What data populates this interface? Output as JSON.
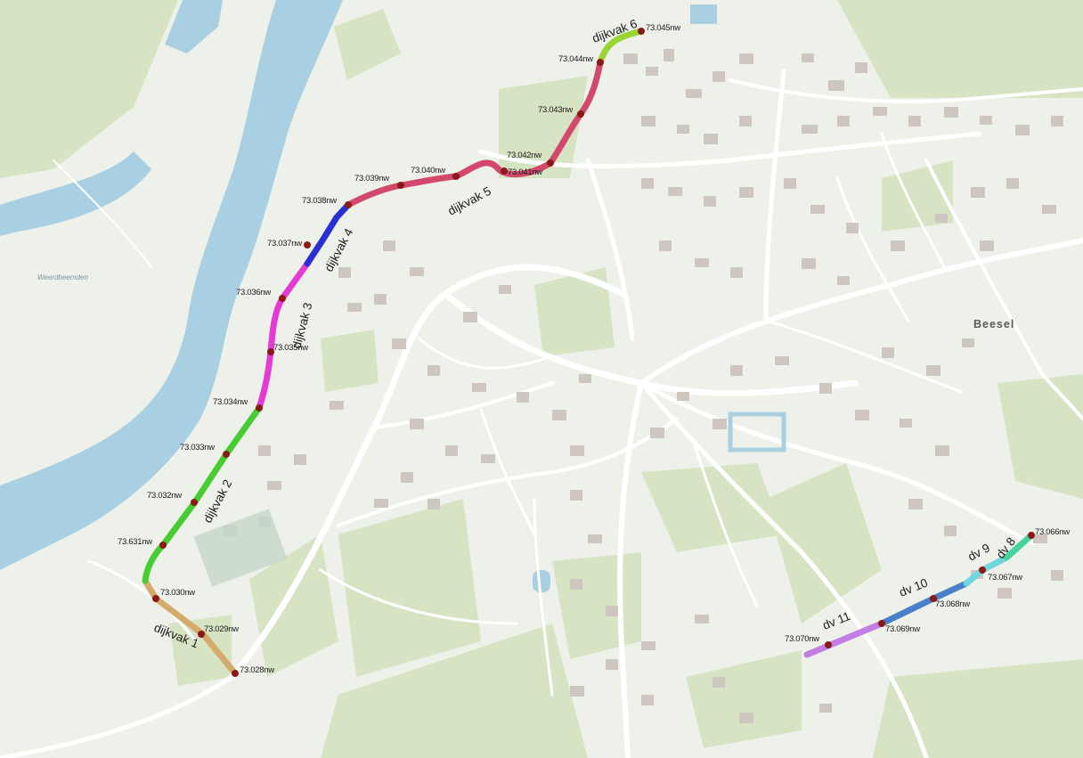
{
  "map": {
    "place_labels": {
      "beesel": "Beesel",
      "weerdbeemden": "Weerdbeemden"
    },
    "colors": {
      "land": "#eef1e9",
      "river": "#a9d0e2",
      "field": "#d6e4c4",
      "building": "#cdc7c0",
      "road": "#ffffff",
      "dijkvak_1": "#d5ab6b",
      "dijkvak_2": "#48cc34",
      "dijkvak_3": "#e63ad6",
      "dijkvak_4": "#2a2fd4",
      "dijkvak_5": "#d2496c",
      "dijkvak_6": "#99d633",
      "dv_8": "#44d49c",
      "dv_9": "#6fd6dc",
      "dv_10": "#4a7fc9",
      "dv_11": "#c37ee5",
      "marker": "#8a1a1a"
    },
    "segments": [
      {
        "id": "dijkvak_1",
        "label": "dijkvak 1"
      },
      {
        "id": "dijkvak_2",
        "label": "dijkvak 2"
      },
      {
        "id": "dijkvak_3",
        "label": "dijkvak 3"
      },
      {
        "id": "dijkvak_4",
        "label": "dijkvak 4"
      },
      {
        "id": "dijkvak_5",
        "label": "dijkvak 5"
      },
      {
        "id": "dijkvak_6",
        "label": "dijkvak 6"
      },
      {
        "id": "dv_8",
        "label": "dv 8"
      },
      {
        "id": "dv_9",
        "label": "dv 9"
      },
      {
        "id": "dv_10",
        "label": "dv 10"
      },
      {
        "id": "dv_11",
        "label": "dv 11"
      }
    ],
    "km_markers": [
      "73.028nw",
      "73.029nw",
      "73.030nw",
      "73.631nw",
      "73.032nw",
      "73.033nw",
      "73.034nw",
      "73.035nw",
      "73.036nw",
      "73.037nw",
      "73.038nw",
      "73.039nw",
      "73.040nw",
      "73.041nw",
      "73.042nw",
      "73.043nw",
      "73.044nw",
      "73.045nw",
      "73.066nw",
      "73.067nw",
      "73.068nw",
      "73.069nw",
      "73.070nw"
    ]
  }
}
